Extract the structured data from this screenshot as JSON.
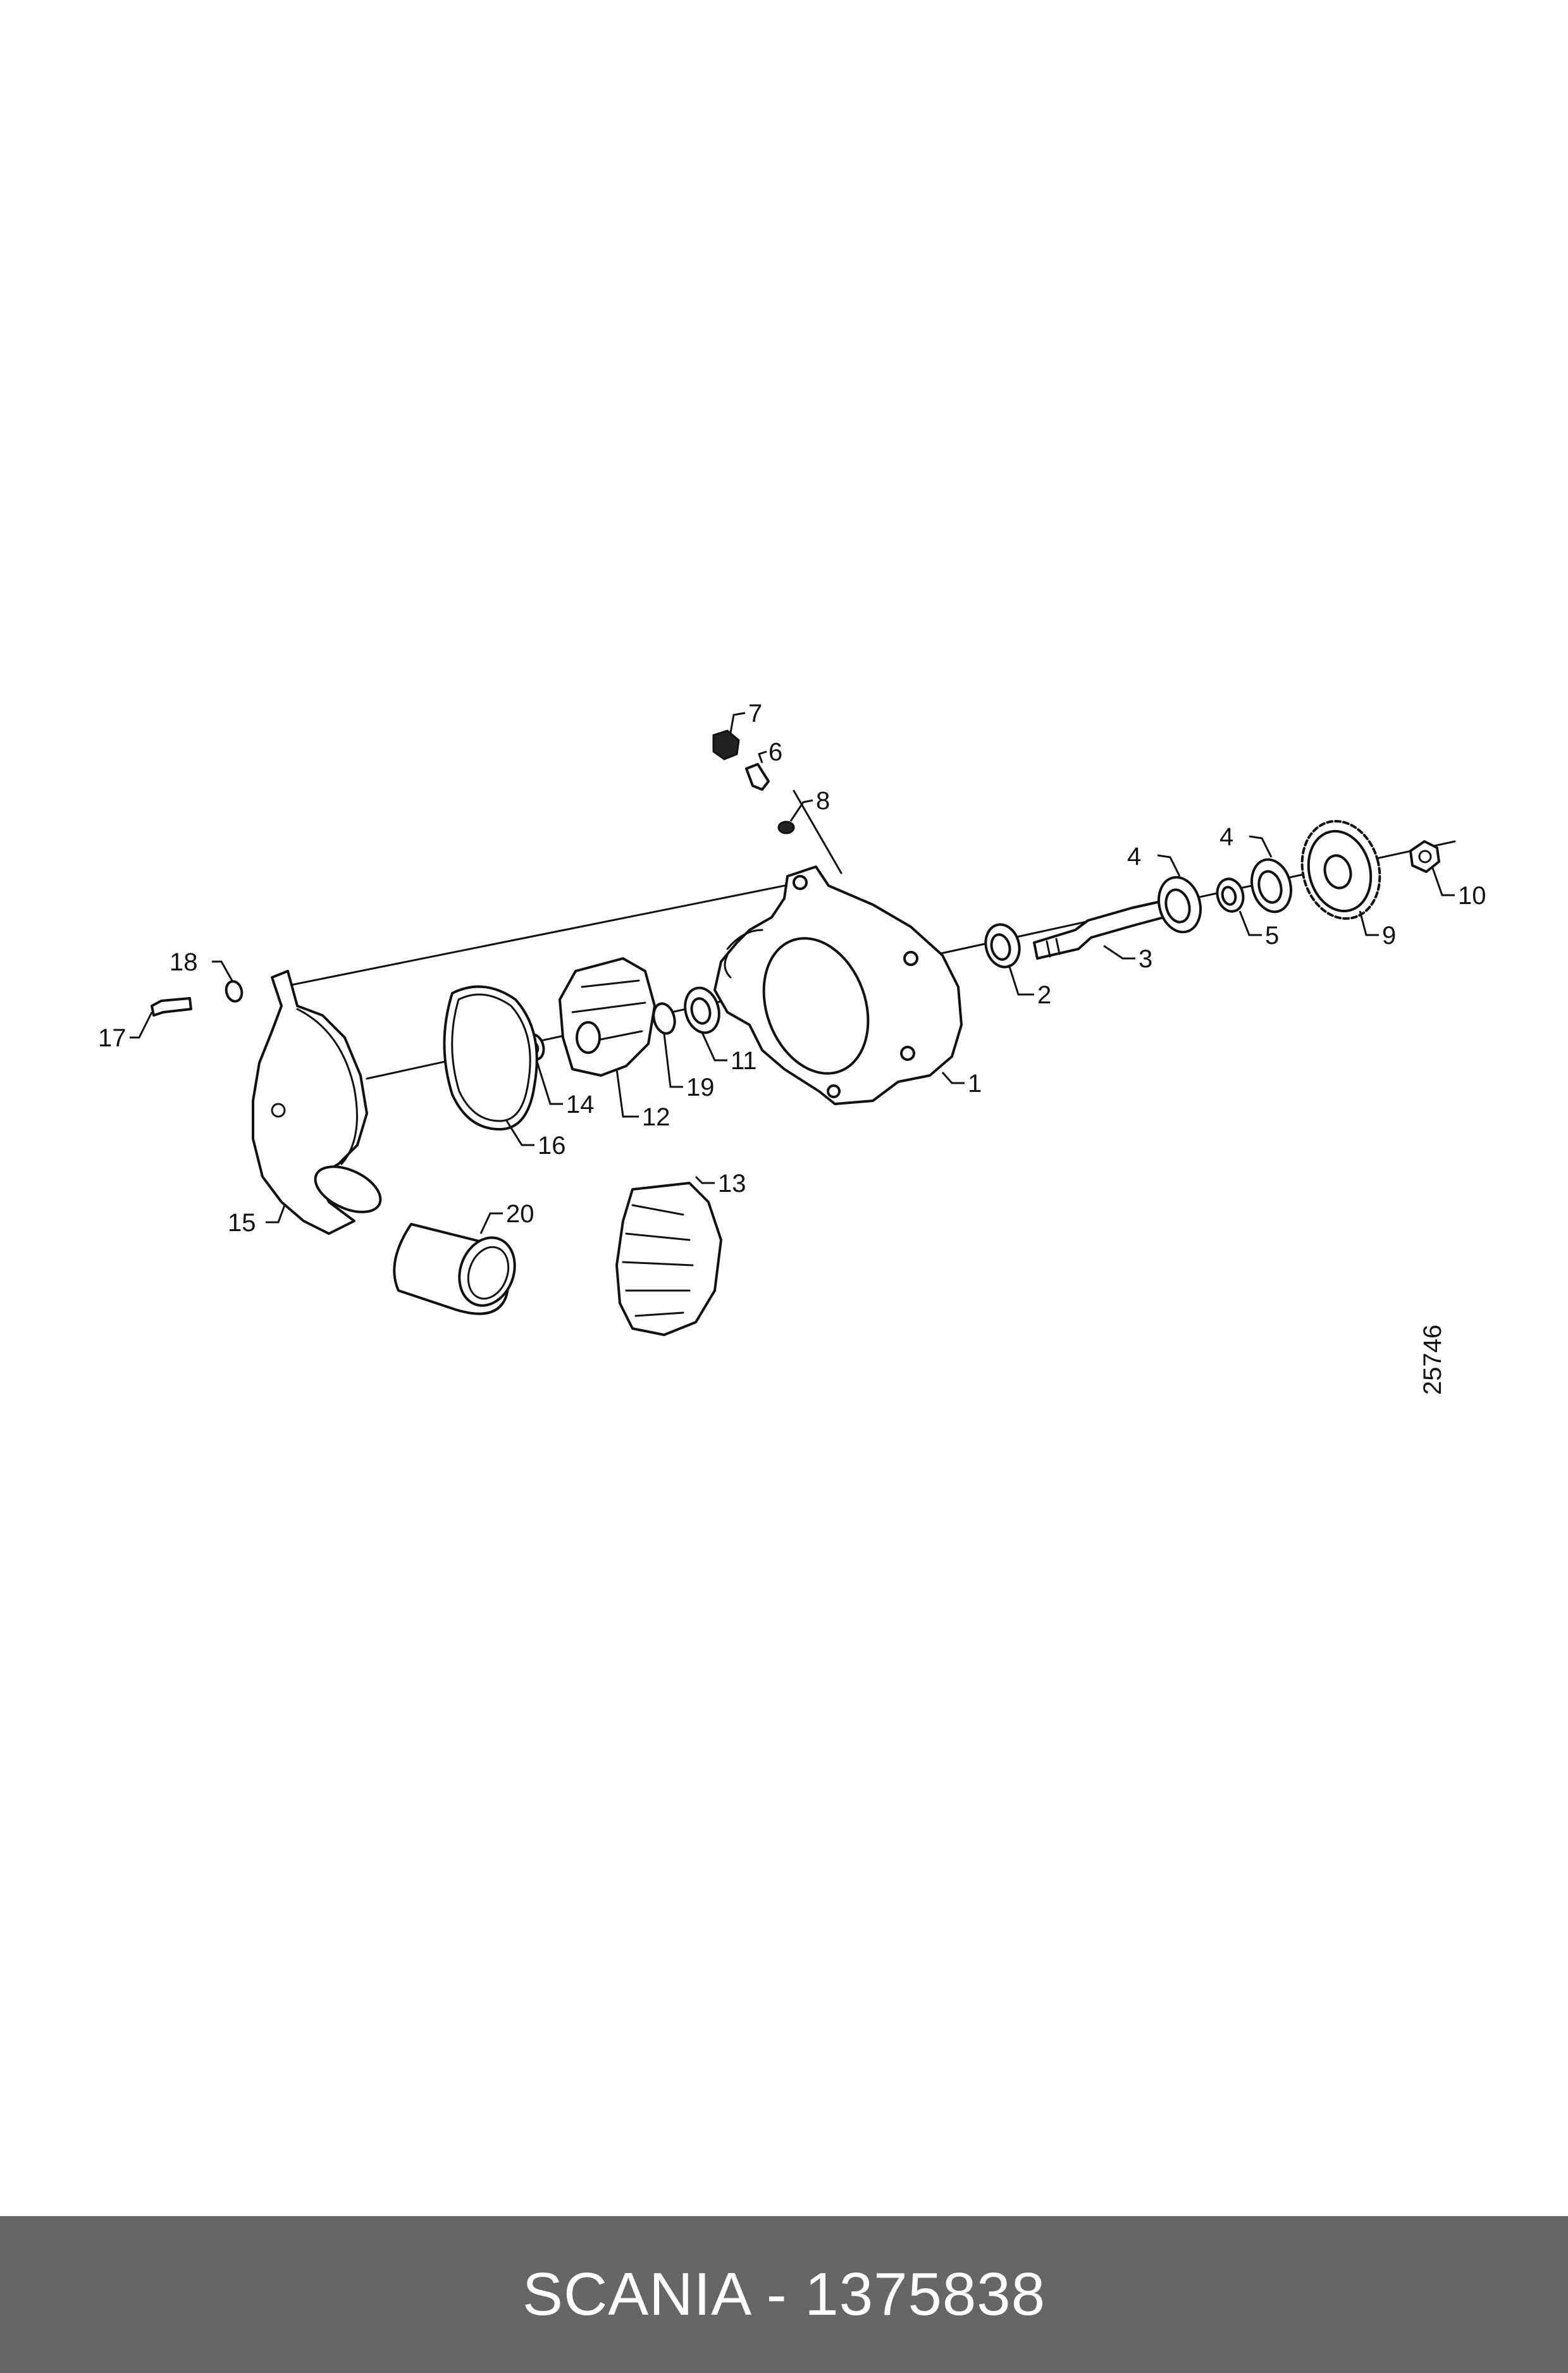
{
  "diagram": {
    "callouts": {
      "c1": "1",
      "c2": "2",
      "c3": "3",
      "c4a": "4",
      "c4b": "4",
      "c5": "5",
      "c6": "6",
      "c7": "7",
      "c8": "8",
      "c9": "9",
      "c10": "10",
      "c11": "11",
      "c12": "12",
      "c13": "13",
      "c14": "14",
      "c15": "15",
      "c16": "16",
      "c17": "17",
      "c18": "18",
      "c19": "19",
      "c20": "20"
    },
    "drawing_number": "25746"
  },
  "footer": {
    "label": "SCANIA - 1375838",
    "background": "#666666",
    "text_color": "#ffffff"
  }
}
